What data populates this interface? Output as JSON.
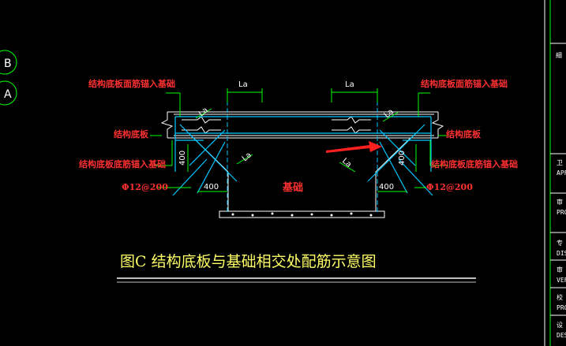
{
  "labels": {
    "top_bar_anchor_left": "结构底板面筋锚入基础",
    "top_bar_anchor_right": "结构底板面筋锚入基础",
    "slab_left": "结构底板",
    "slab_right": "结构底板",
    "bottom_bar_anchor_left": "结构底板底筋锚入基础",
    "bottom_bar_anchor_right": "结构底板底筋锚入基础",
    "rebar_left": "Φ12@200",
    "rebar_right": "Φ12@200",
    "foundation": "基础"
  },
  "dimensions": {
    "la_top_left": "La",
    "la_top_right": "La",
    "la_slant_left_top": "La",
    "la_slant_right_top": "La",
    "la_slant_left_low": "La",
    "la_slant_right_low": "La",
    "h400_left": "400",
    "h400_right": "400",
    "w400_left": "400",
    "w400_right": "400"
  },
  "title": "图C  结构底板与基础相交处配筋示意图",
  "axis_markers": [
    "B",
    "A"
  ],
  "side_panel": [
    "卫",
    "APF",
    "审",
    "PRC",
    "专",
    "DIS",
    "审",
    "VEF",
    "校",
    "PRC",
    "设",
    "DES"
  ],
  "colors": {
    "background": "#000000",
    "red": "#ff3030",
    "green": "#00ff00",
    "cyan": "#00c8ff",
    "white": "#ffffff",
    "yellow": "#ffff66"
  }
}
